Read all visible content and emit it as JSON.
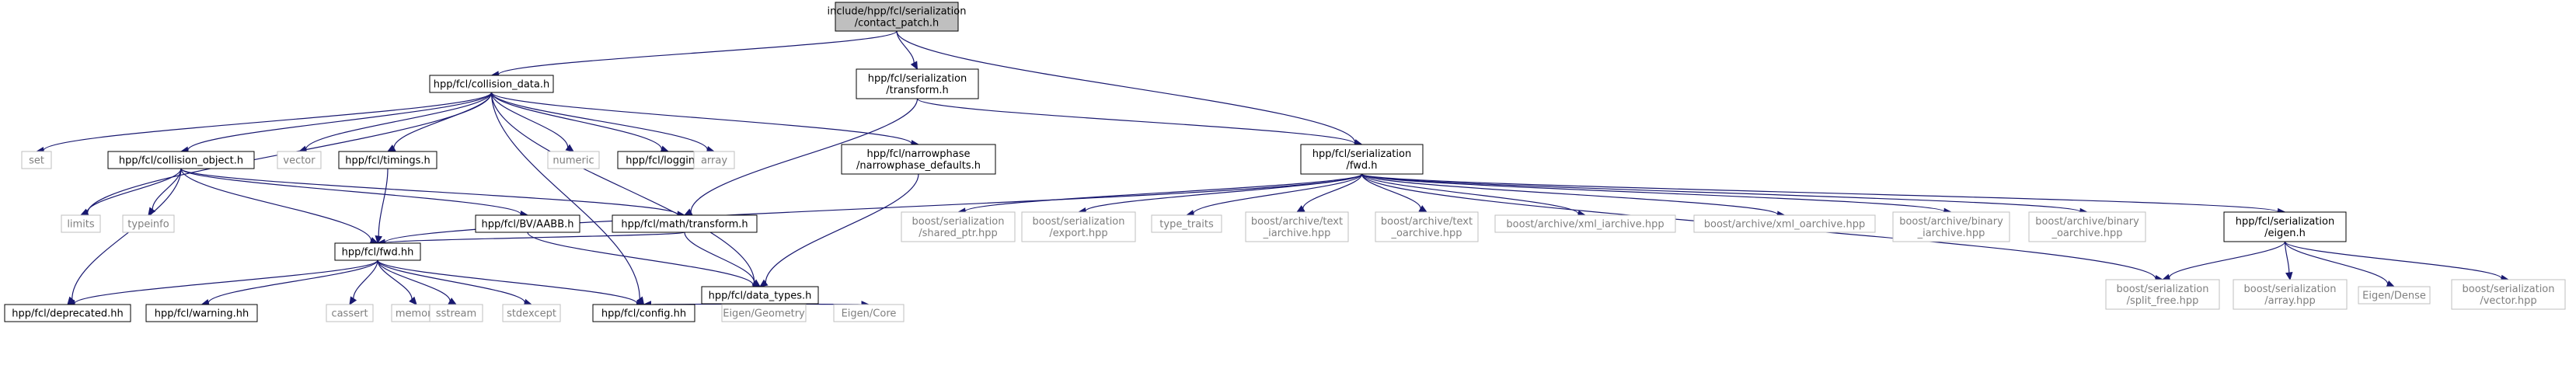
{
  "diagram": {
    "type": "include-dependency-graph",
    "colors": {
      "root_fill": "#bfbfbf",
      "documented_border": "#000000",
      "external_border": "#bfbfbf",
      "external_text": "#7f7f7f",
      "documented_text": "#000000",
      "edge": "#191970"
    },
    "nodes": [
      {
        "id": "root",
        "lines": [
          "include/hpp/fcl/serialization",
          "/contact_patch.h"
        ],
        "kind": "root"
      },
      {
        "id": "collision_data",
        "lines": [
          "hpp/fcl/collision_data.h"
        ],
        "kind": "doc"
      },
      {
        "id": "ser_transform",
        "lines": [
          "hpp/fcl/serialization",
          "/transform.h"
        ],
        "kind": "doc"
      },
      {
        "id": "ser_fwd",
        "lines": [
          "hpp/fcl/serialization",
          "/fwd.h"
        ],
        "kind": "doc"
      },
      {
        "id": "set",
        "lines": [
          "set"
        ],
        "kind": "ext"
      },
      {
        "id": "collision_object",
        "lines": [
          "hpp/fcl/collision_object.h"
        ],
        "kind": "doc"
      },
      {
        "id": "vector",
        "lines": [
          "vector"
        ],
        "kind": "ext"
      },
      {
        "id": "timings",
        "lines": [
          "hpp/fcl/timings.h"
        ],
        "kind": "doc"
      },
      {
        "id": "numeric",
        "lines": [
          "numeric"
        ],
        "kind": "ext"
      },
      {
        "id": "logging",
        "lines": [
          "hpp/fcl/logging.h"
        ],
        "kind": "doc"
      },
      {
        "id": "array",
        "lines": [
          "array"
        ],
        "kind": "ext"
      },
      {
        "id": "narrowphase_defaults",
        "lines": [
          "hpp/fcl/narrowphase",
          "/narrowphase_defaults.h"
        ],
        "kind": "doc"
      },
      {
        "id": "limits",
        "lines": [
          "limits"
        ],
        "kind": "ext"
      },
      {
        "id": "typeinfo",
        "lines": [
          "typeinfo"
        ],
        "kind": "ext"
      },
      {
        "id": "bv_aabb",
        "lines": [
          "hpp/fcl/BV/AABB.h"
        ],
        "kind": "doc"
      },
      {
        "id": "math_transform",
        "lines": [
          "hpp/fcl/math/transform.h"
        ],
        "kind": "doc"
      },
      {
        "id": "fcl_fwd",
        "lines": [
          "hpp/fcl/fwd.hh"
        ],
        "kind": "doc"
      },
      {
        "id": "data_types",
        "lines": [
          "hpp/fcl/data_types.h"
        ],
        "kind": "doc"
      },
      {
        "id": "deprecated",
        "lines": [
          "hpp/fcl/deprecated.hh"
        ],
        "kind": "doc"
      },
      {
        "id": "warning",
        "lines": [
          "hpp/fcl/warning.hh"
        ],
        "kind": "doc"
      },
      {
        "id": "cassert",
        "lines": [
          "cassert"
        ],
        "kind": "ext"
      },
      {
        "id": "memory",
        "lines": [
          "memory"
        ],
        "kind": "ext"
      },
      {
        "id": "sstream",
        "lines": [
          "sstream"
        ],
        "kind": "ext"
      },
      {
        "id": "stdexcept",
        "lines": [
          "stdexcept"
        ],
        "kind": "ext"
      },
      {
        "id": "config",
        "lines": [
          "hpp/fcl/config.hh"
        ],
        "kind": "doc"
      },
      {
        "id": "eigen_geometry",
        "lines": [
          "Eigen/Geometry"
        ],
        "kind": "ext"
      },
      {
        "id": "eigen_core",
        "lines": [
          "Eigen/Core"
        ],
        "kind": "ext"
      },
      {
        "id": "shared_ptr",
        "lines": [
          "boost/serialization",
          "/shared_ptr.hpp"
        ],
        "kind": "ext"
      },
      {
        "id": "export",
        "lines": [
          "boost/serialization",
          "/export.hpp"
        ],
        "kind": "ext"
      },
      {
        "id": "type_traits",
        "lines": [
          "type_traits"
        ],
        "kind": "ext"
      },
      {
        "id": "text_iarchive",
        "lines": [
          "boost/archive/text",
          "_iarchive.hpp"
        ],
        "kind": "ext"
      },
      {
        "id": "text_oarchive",
        "lines": [
          "boost/archive/text",
          "_oarchive.hpp"
        ],
        "kind": "ext"
      },
      {
        "id": "xml_iarchive",
        "lines": [
          "boost/archive/xml_iarchive.hpp"
        ],
        "kind": "ext"
      },
      {
        "id": "xml_oarchive",
        "lines": [
          "boost/archive/xml_oarchive.hpp"
        ],
        "kind": "ext"
      },
      {
        "id": "binary_iarchive",
        "lines": [
          "boost/archive/binary",
          "_iarchive.hpp"
        ],
        "kind": "ext"
      },
      {
        "id": "binary_oarchive",
        "lines": [
          "boost/archive/binary",
          "_oarchive.hpp"
        ],
        "kind": "ext"
      },
      {
        "id": "ser_eigen",
        "lines": [
          "hpp/fcl/serialization",
          "/eigen.h"
        ],
        "kind": "doc"
      },
      {
        "id": "split_free",
        "lines": [
          "boost/serialization",
          "/split_free.hpp"
        ],
        "kind": "ext"
      },
      {
        "id": "ser_array",
        "lines": [
          "boost/serialization",
          "/array.hpp"
        ],
        "kind": "ext"
      },
      {
        "id": "eigen_dense",
        "lines": [
          "Eigen/Dense"
        ],
        "kind": "ext"
      },
      {
        "id": "ser_vector",
        "lines": [
          "boost/serialization",
          "/vector.hpp"
        ],
        "kind": "ext"
      }
    ],
    "edges": [
      [
        "root",
        "collision_data"
      ],
      [
        "root",
        "ser_transform"
      ],
      [
        "root",
        "ser_fwd"
      ],
      [
        "collision_data",
        "set"
      ],
      [
        "collision_data",
        "collision_object"
      ],
      [
        "collision_data",
        "vector"
      ],
      [
        "collision_data",
        "timings"
      ],
      [
        "collision_data",
        "numeric"
      ],
      [
        "collision_data",
        "logging"
      ],
      [
        "collision_data",
        "array"
      ],
      [
        "collision_data",
        "narrowphase_defaults"
      ],
      [
        "collision_data",
        "limits"
      ],
      [
        "collision_data",
        "data_types"
      ],
      [
        "collision_data",
        "config"
      ],
      [
        "collision_object",
        "limits"
      ],
      [
        "collision_object",
        "typeinfo"
      ],
      [
        "collision_object",
        "bv_aabb"
      ],
      [
        "collision_object",
        "math_transform"
      ],
      [
        "collision_object",
        "fcl_fwd"
      ],
      [
        "collision_object",
        "deprecated"
      ],
      [
        "timings",
        "fcl_fwd"
      ],
      [
        "narrowphase_defaults",
        "data_types"
      ],
      [
        "ser_transform",
        "math_transform"
      ],
      [
        "ser_transform",
        "ser_fwd"
      ],
      [
        "bv_aabb",
        "data_types"
      ],
      [
        "math_transform",
        "fcl_fwd"
      ],
      [
        "math_transform",
        "data_types"
      ],
      [
        "fcl_fwd",
        "deprecated"
      ],
      [
        "fcl_fwd",
        "warning"
      ],
      [
        "fcl_fwd",
        "cassert"
      ],
      [
        "fcl_fwd",
        "memory"
      ],
      [
        "fcl_fwd",
        "sstream"
      ],
      [
        "fcl_fwd",
        "stdexcept"
      ],
      [
        "fcl_fwd",
        "config"
      ],
      [
        "data_types",
        "config"
      ],
      [
        "data_types",
        "eigen_geometry"
      ],
      [
        "data_types",
        "eigen_core"
      ],
      [
        "ser_fwd",
        "fcl_fwd"
      ],
      [
        "ser_fwd",
        "shared_ptr"
      ],
      [
        "ser_fwd",
        "export"
      ],
      [
        "ser_fwd",
        "type_traits"
      ],
      [
        "ser_fwd",
        "text_iarchive"
      ],
      [
        "ser_fwd",
        "text_oarchive"
      ],
      [
        "ser_fwd",
        "xml_iarchive"
      ],
      [
        "ser_fwd",
        "xml_oarchive"
      ],
      [
        "ser_fwd",
        "binary_iarchive"
      ],
      [
        "ser_fwd",
        "binary_oarchive"
      ],
      [
        "ser_fwd",
        "ser_eigen"
      ],
      [
        "ser_fwd",
        "split_free"
      ],
      [
        "ser_eigen",
        "split_free"
      ],
      [
        "ser_eigen",
        "ser_array"
      ],
      [
        "ser_eigen",
        "eigen_dense"
      ],
      [
        "ser_eigen",
        "ser_vector"
      ]
    ]
  }
}
